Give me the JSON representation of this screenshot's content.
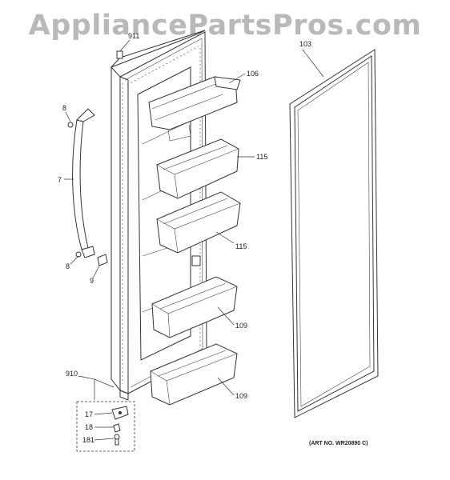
{
  "watermark": "AppliancePartsPros.com",
  "art_number": "(ART NO. WR20890 C)",
  "callouts": {
    "door_panel": "911",
    "gasket": "103",
    "top_shelf": "106",
    "bin_upper": "115",
    "bin_middle": "115",
    "bin_lower": "109",
    "bin_bottom": "109",
    "handle_screw_top": "8",
    "handle": "7",
    "handle_screw_bottom": "8",
    "handle_cap": "9",
    "hinge_kit": "910",
    "hinge_plate": "17",
    "hinge_pin": "18",
    "hinge_screw": "181"
  },
  "icons": {
    "door": "refrigerator-door-icon",
    "gasket": "door-gasket-icon",
    "handle": "door-handle-icon",
    "bin": "door-bin-icon",
    "hinge": "hinge-kit-icon"
  }
}
